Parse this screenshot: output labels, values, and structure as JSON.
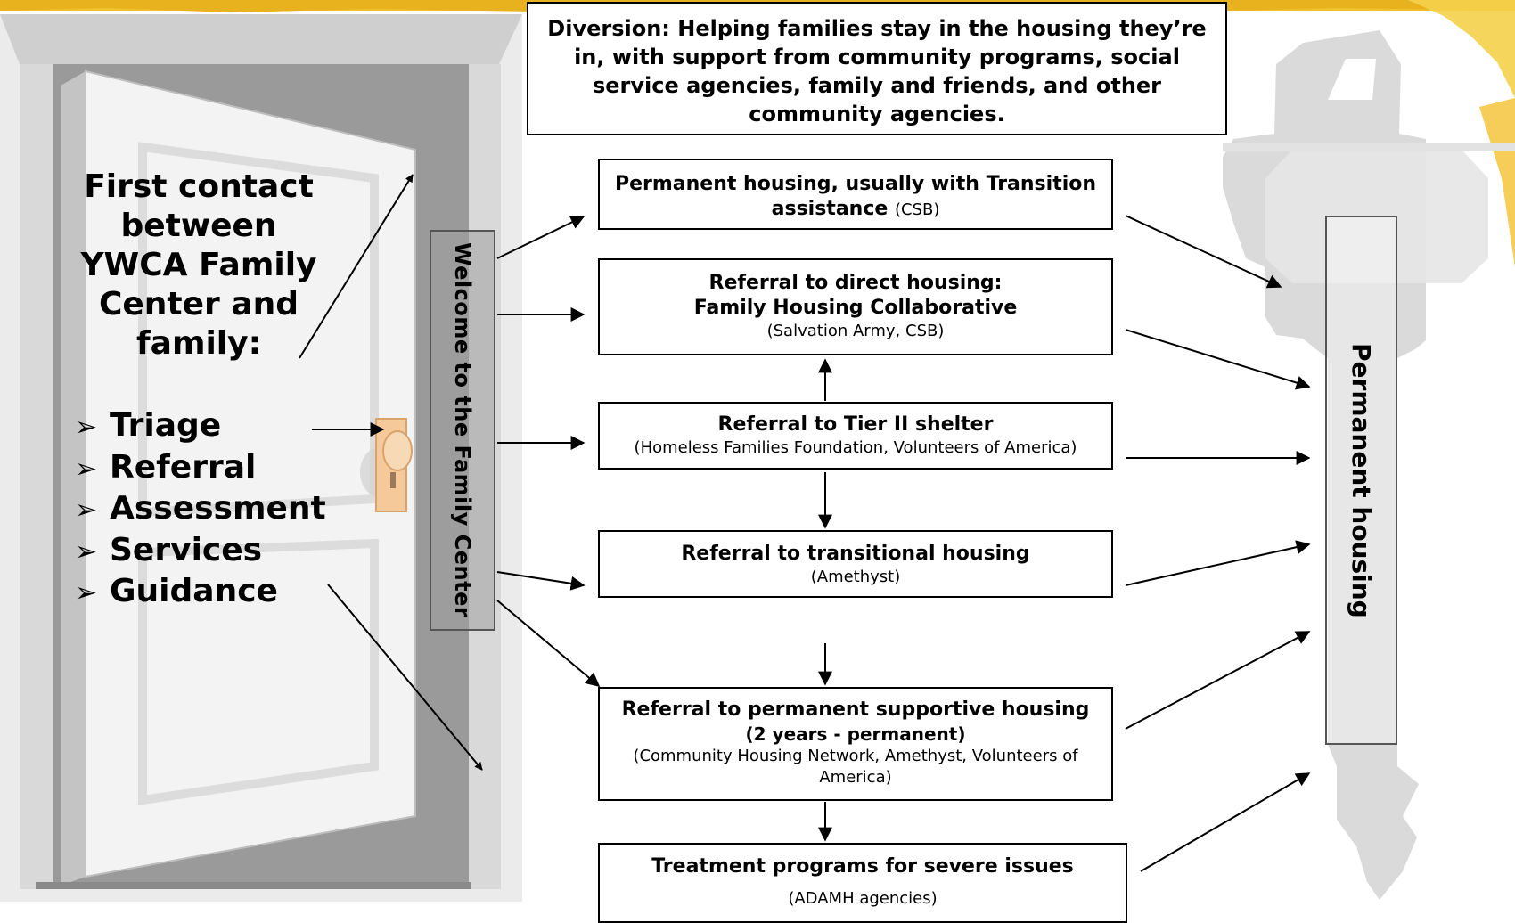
{
  "diagram": {
    "diversion": "Diversion:  Helping families stay in the housing they’re in, with support from community programs, social service agencies, family and friends, and other community agencies.",
    "first_contact": "First contact between YWCA Family Center and family:",
    "steps": [
      "Triage",
      "Referral",
      "Assessment",
      "Services",
      "Guidance"
    ],
    "bullet_glyph": "➢",
    "welcome_label": "Welcome to the Family Center",
    "destination_label": "Permanent housing",
    "boxes": {
      "permanent": {
        "title": "Permanent housing, usually with Transition assistance",
        "provider": "(CSB)"
      },
      "fhc": {
        "title1": "Referral to direct housing:",
        "title2": "Family Housing Collaborative",
        "provider": "(Salvation Army, CSB)"
      },
      "tier2": {
        "title": "Referral to Tier II shelter",
        "provider": "(Homeless Families Foundation, Volunteers of America)"
      },
      "transitional": {
        "title": "Referral to transitional housing",
        "provider": "(Amethyst)"
      },
      "psh": {
        "title": "Referral to permanent supportive housing",
        "subtitle": "(2 years - permanent)",
        "provider": "(Community Housing Network, Amethyst, Volunteers of America)"
      },
      "treatment": {
        "title": "Treatment programs for severe issues",
        "provider": "(ADAMH agencies)"
      }
    }
  },
  "colors": {
    "accent_bar": "#f2c12e",
    "door_frame": "#c8c8c8",
    "door_panel": "#f0f0f0",
    "key": "#d6d6d6",
    "doorknob": "#f5c99a"
  },
  "icons": {
    "door": "open-door-illustration",
    "key": "key-illustration",
    "knob": "doorknob-icon"
  }
}
